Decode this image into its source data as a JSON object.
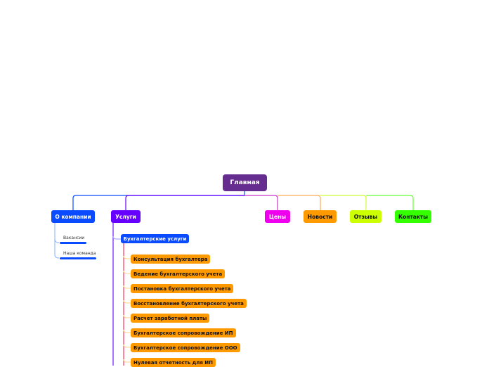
{
  "root": {
    "label": "Главная",
    "color": "#662d91"
  },
  "branches": [
    {
      "label": "О компании",
      "color": "#0a4bff"
    },
    {
      "label": "Услуги",
      "color": "#6600ff"
    },
    {
      "label": "Цены",
      "color": "#ee00ee"
    },
    {
      "label": "Новости",
      "color": "#ff9900"
    },
    {
      "label": "Отзывы",
      "color": "#ccff00"
    },
    {
      "label": "Контакты",
      "color": "#33ff00"
    }
  ],
  "about_children": [
    "Вакансии",
    "Наша команда"
  ],
  "services": {
    "group": "Бухгалтерские услуги",
    "items": [
      "Консультация бухгалтера",
      "Ведение бухгалтерского учета",
      "Постановка бухгалтерского учета",
      "Восстановление бухгалтерского учета",
      "Расчет заработной платы",
      "Бухгалтерское сопровождение ИП",
      "Бухгалтерское сопровождение ООО",
      "Нулевая отчетность для ИП"
    ]
  }
}
